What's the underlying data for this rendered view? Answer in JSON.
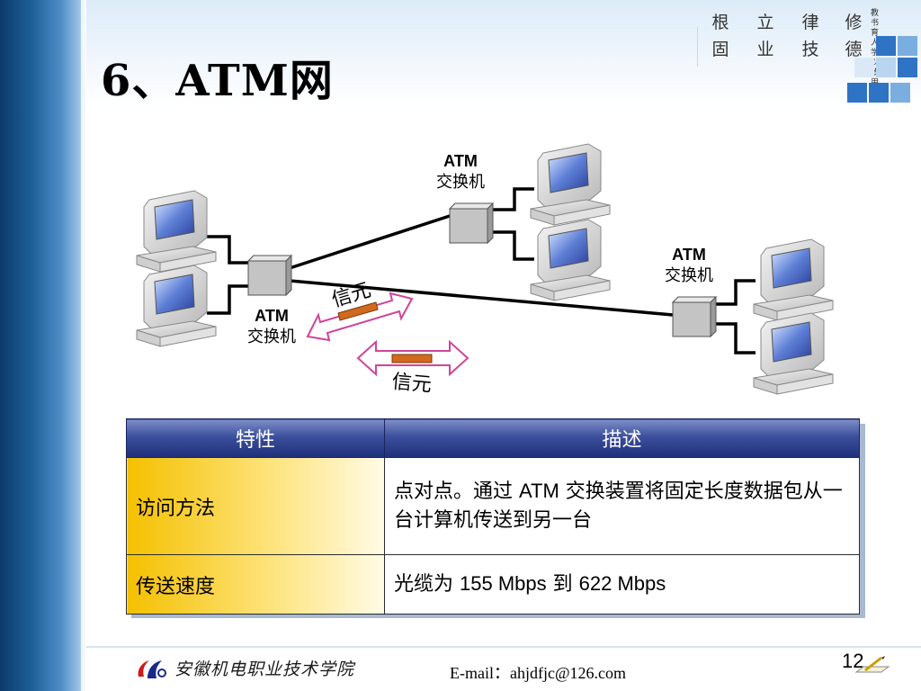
{
  "header": {
    "title": "6、ATM网",
    "motto": {
      "line1": [
        "根",
        "立",
        "律",
        "修"
      ],
      "line2": [
        "固",
        "业",
        "技",
        "德"
      ],
      "small_text": "教书育人 学以致用"
    }
  },
  "diagram": {
    "switch_label_top": "ATM",
    "switch_label_bottom": "交换机",
    "cell_label": "信元"
  },
  "table": {
    "headers": [
      "特性",
      "描述"
    ],
    "rows": [
      {
        "feature": "访问方法",
        "description_prefix": "点对点。通过 ",
        "description_atm": "ATM",
        "description_suffix": " 交换装置将固定长度数据包从一台计算机传送到另一台"
      },
      {
        "feature": "传送速度",
        "description_prefix": "光缆为 ",
        "description_rate1": "155 Mbps",
        "description_mid": " 到 ",
        "description_rate2": "622 Mbps"
      }
    ]
  },
  "footer": {
    "school": "安徽机电职业技术学院",
    "email": "E-mail：ahjdfjc@126.com",
    "page_number": "12"
  },
  "colors": {
    "header_blue": "#2a3c8c",
    "key_gold": "#f4c000",
    "cell_orange": "#d2691e",
    "arrow_magenta": "#d0449a"
  }
}
